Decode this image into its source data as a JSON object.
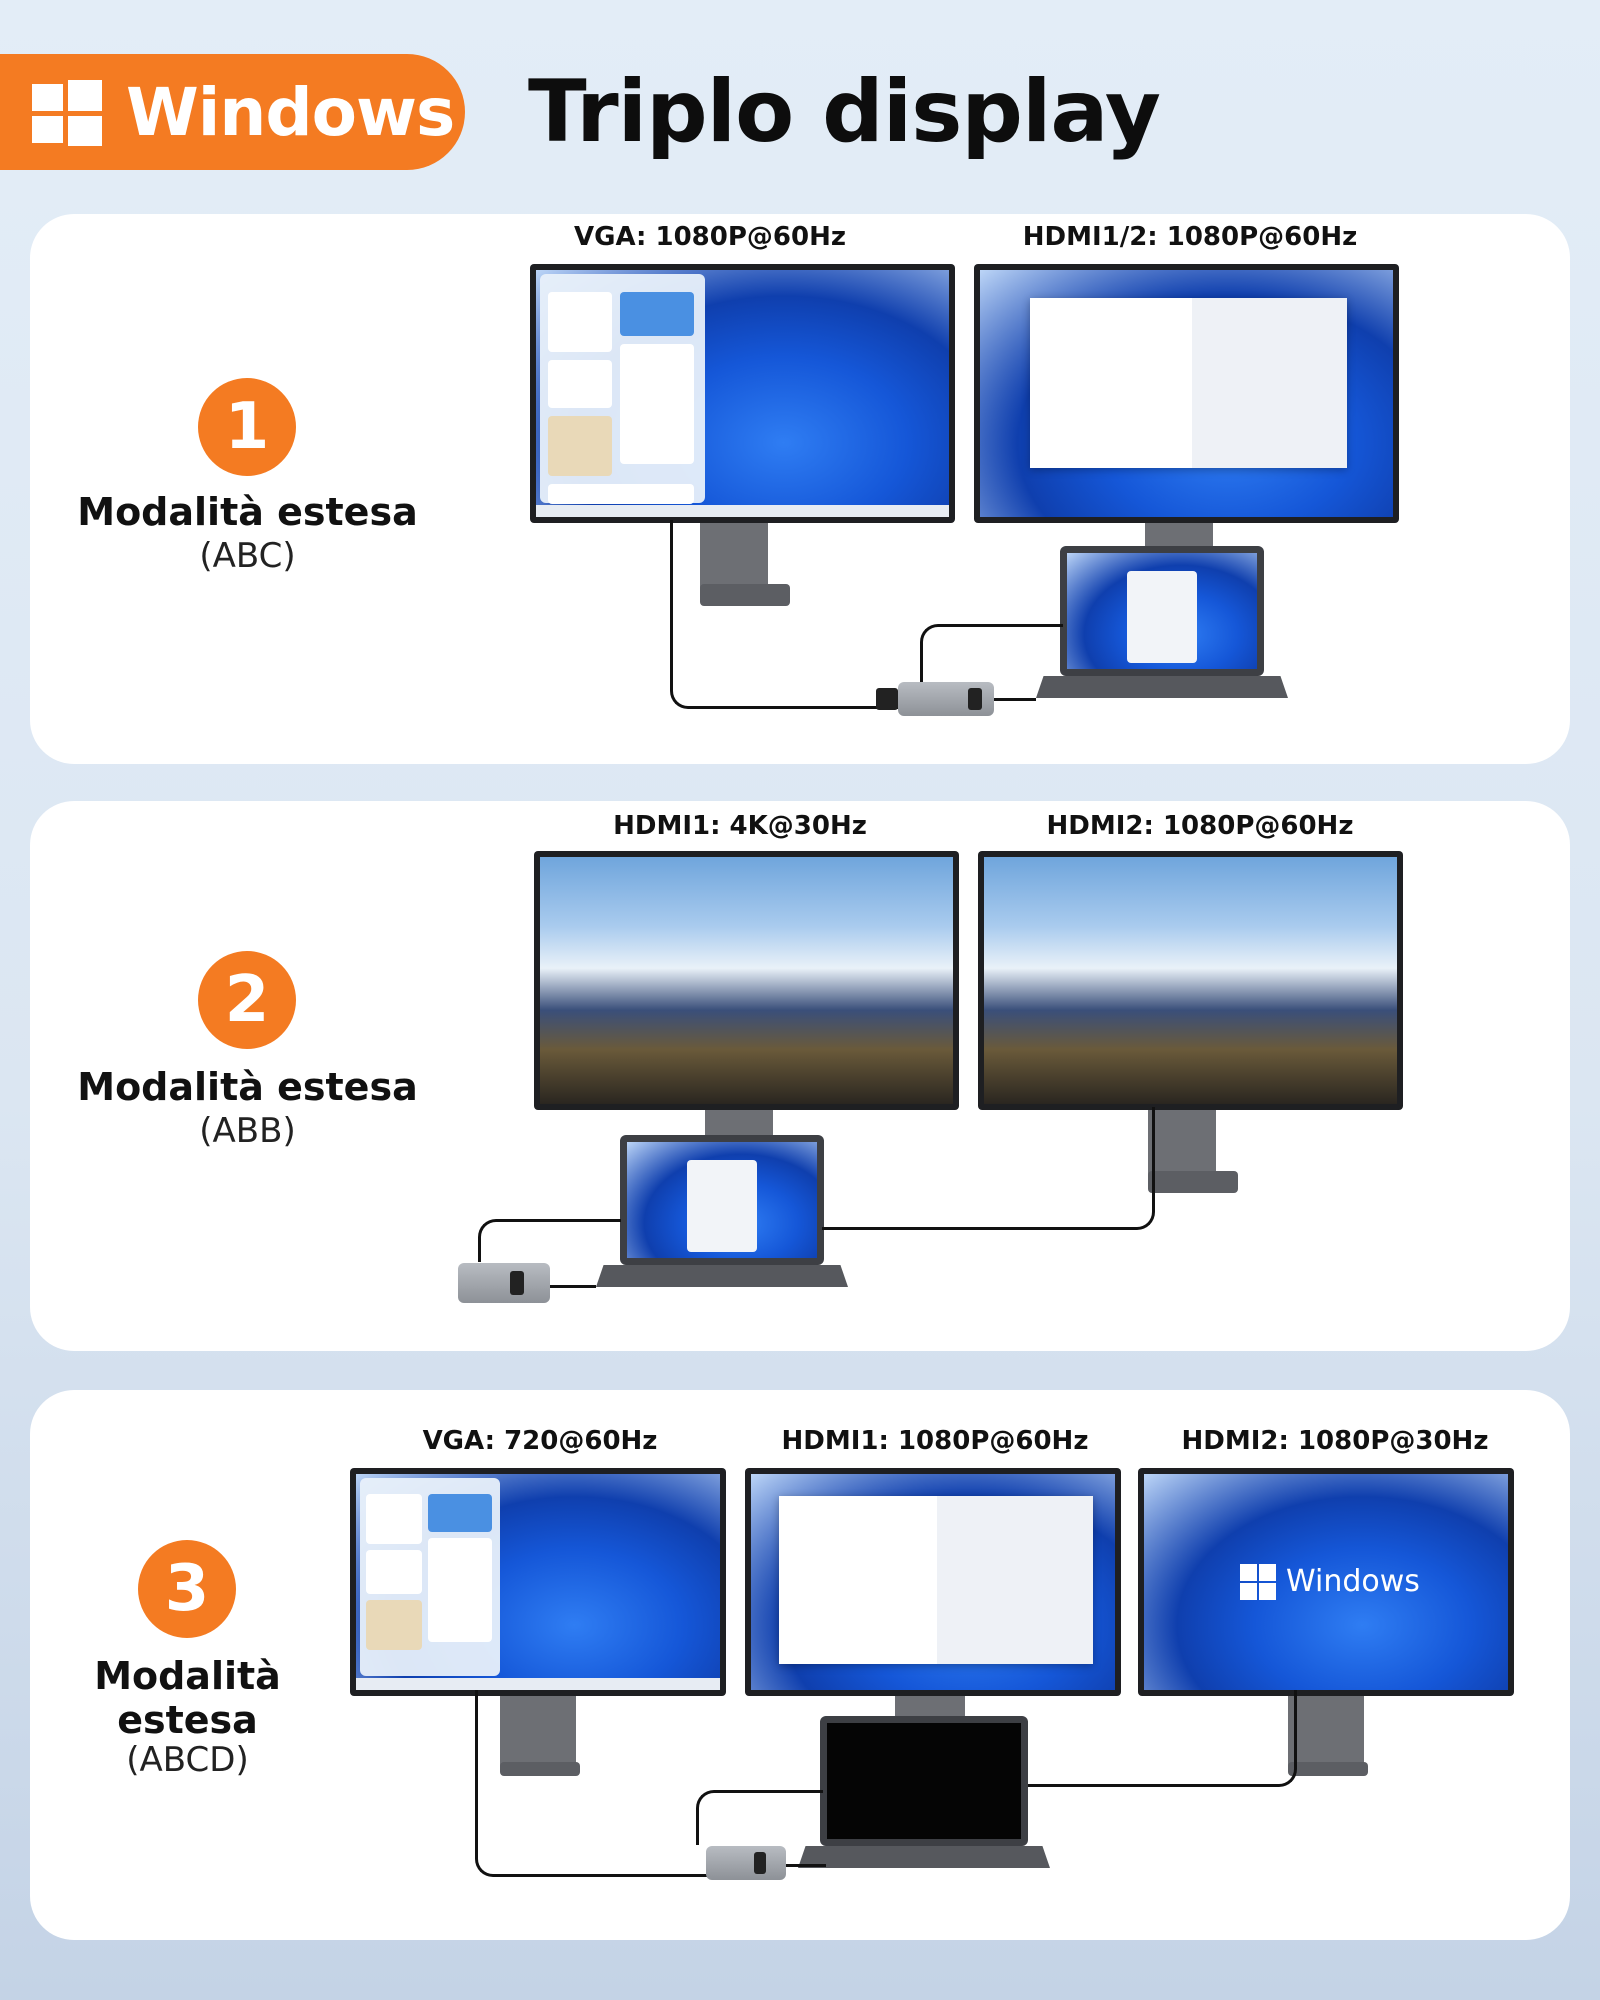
{
  "header": {
    "badge_label": "Windows",
    "title": "Triplo display"
  },
  "colors": {
    "accent": "#f47b22",
    "panel": "#ffffff"
  },
  "modes": [
    {
      "number": "1",
      "label_lines": [
        "Modalità estesa"
      ],
      "sub": "(ABC)",
      "displays": [
        {
          "label": "VGA: 1080P@60Hz",
          "screen": "widgets"
        },
        {
          "label": "HDMI1/2: 1080P@60Hz",
          "screen": "xbox-dialog"
        }
      ]
    },
    {
      "number": "2",
      "label_lines": [
        "Modalità estesa"
      ],
      "sub": "(ABB)",
      "displays": [
        {
          "label": "HDMI1: 4K@30Hz",
          "screen": "mountain"
        },
        {
          "label": "HDMI2: 1080P@60Hz",
          "screen": "mountain"
        }
      ]
    },
    {
      "number": "3",
      "label_lines": [
        "Modalità",
        "estesa"
      ],
      "sub": "(ABCD)",
      "displays": [
        {
          "label": "VGA: 720@60Hz",
          "screen": "widgets"
        },
        {
          "label": "HDMI1: 1080P@60Hz",
          "screen": "xbox-dialog"
        },
        {
          "label": "HDMI2: 1080P@30Hz",
          "screen": "windows-logo"
        }
      ],
      "windows_screen_text": "Windows"
    }
  ]
}
